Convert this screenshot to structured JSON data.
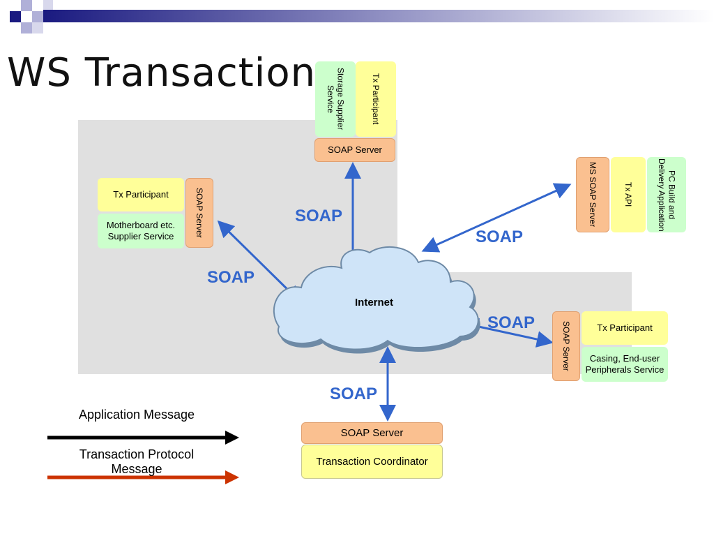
{
  "title": "WS Transaction",
  "colors": {
    "accent": "#3366cc",
    "gray_region": "#e0e0e0",
    "participant": "#ffff99",
    "service": "#ccffcc",
    "soap_server": "#fac090",
    "cloud": "#cfe4f8",
    "app_arrow": "#000000",
    "tx_arrow": "#cc3300"
  },
  "storage": {
    "service": "Storage Supplier Service",
    "participant": "Tx Participant",
    "server": "SOAP Server"
  },
  "motherboard": {
    "participant": "Tx Participant",
    "service": "Motherboard etc. Supplier Service",
    "server": "SOAP Server"
  },
  "pc": {
    "server": "MS SOAP Server",
    "api": "Tx API",
    "app": "PC Build and Delivery Application"
  },
  "casing": {
    "server": "SOAP Server",
    "participant": "Tx Participant",
    "service": "Casing, End-user Peripherals Service"
  },
  "coordinator": {
    "server": "SOAP Server",
    "label": "Transaction Coordinator"
  },
  "internet": "Internet",
  "soap_labels": [
    "SOAP",
    "SOAP",
    "SOAP",
    "SOAP",
    "SOAP"
  ],
  "legend": {
    "app_message": "Application Message",
    "tx_message": "Transaction Protocol Message"
  }
}
